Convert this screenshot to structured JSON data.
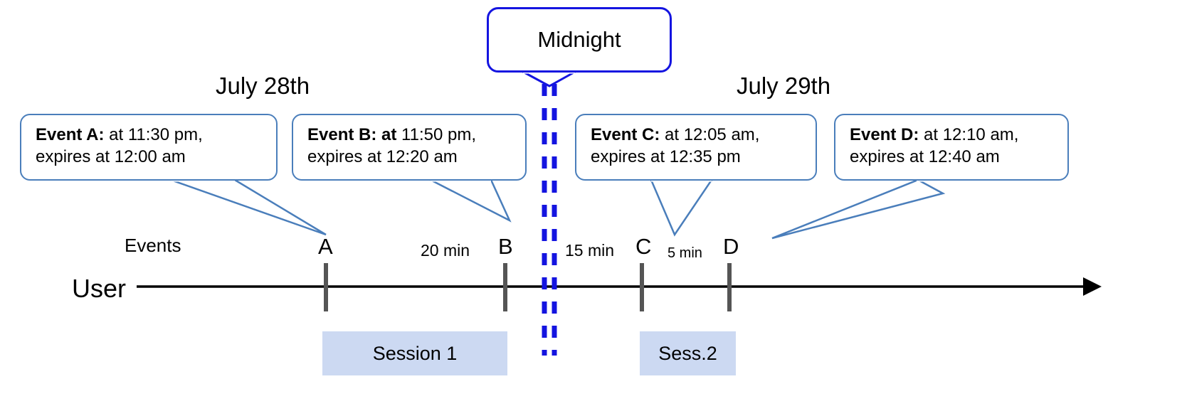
{
  "diagram": {
    "title_hidden": "",
    "dates": [
      {
        "label": "July 28th"
      },
      {
        "label": "July 29th"
      }
    ],
    "midnight": {
      "label": "Midnight"
    },
    "axis": {
      "user_label": "User",
      "events_label": "Events"
    },
    "callouts": [
      {
        "id": "event-a",
        "bold": "Event A:",
        "rest": " at 11:30 pm,",
        "line2": "expires at 12:00 am"
      },
      {
        "id": "event-b",
        "bold": "Event B: at",
        "rest": " 11:50 pm,",
        "line2": "expires at 12:20 am"
      },
      {
        "id": "event-c",
        "bold": "Event C:",
        "rest": " at 12:05 am,",
        "line2": "expires at 12:35 pm"
      },
      {
        "id": "event-d",
        "bold": "Event D:",
        "rest": "  at 12:10 am,",
        "line2": "expires at 12:40 am"
      }
    ],
    "events": [
      {
        "letter": "A"
      },
      {
        "letter": "B"
      },
      {
        "letter": "C"
      },
      {
        "letter": "D"
      }
    ],
    "gaps": [
      {
        "label": "20 min"
      },
      {
        "label": "15 min"
      },
      {
        "label": "5 min"
      }
    ],
    "sessions": [
      {
        "label": "Session 1"
      },
      {
        "label": "Sess.2"
      }
    ],
    "colors": {
      "callout_border": "#4a7ebb",
      "midnight_border": "#1414e0",
      "midnight_dash": "#1414e0",
      "session_fill": "#ccd9f2",
      "tick": "#555555",
      "axis": "#000000"
    }
  }
}
